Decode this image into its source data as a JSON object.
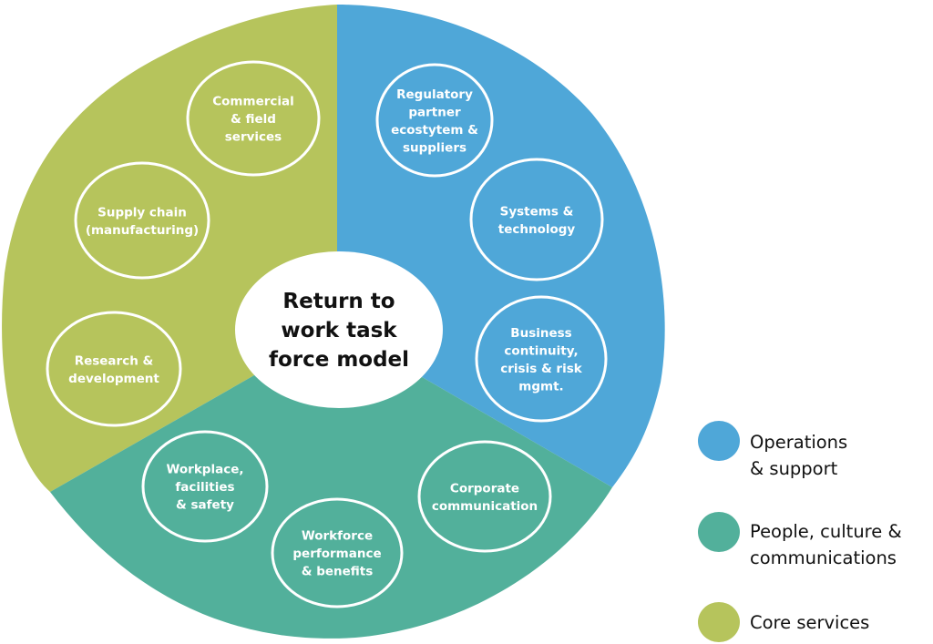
{
  "center": {
    "lines": [
      "Return to",
      "work task",
      "force model"
    ]
  },
  "colors": {
    "operations": "#4fa7d8",
    "people": "#52b09b",
    "core": "#b6c45c"
  },
  "bubbles": [
    {
      "id": "commercial",
      "group": "core",
      "lines": [
        "Commercial",
        "& field",
        "services"
      ]
    },
    {
      "id": "supply-chain",
      "group": "core",
      "lines": [
        "Supply chain",
        "(manufacturing)"
      ]
    },
    {
      "id": "research",
      "group": "core",
      "lines": [
        "Research &",
        "development"
      ]
    },
    {
      "id": "regulatory",
      "group": "operations",
      "lines": [
        "Regulatory",
        "partner",
        "ecostytem &",
        "suppliers"
      ]
    },
    {
      "id": "systems",
      "group": "operations",
      "lines": [
        "Systems &",
        "technology"
      ]
    },
    {
      "id": "business-continuity",
      "group": "operations",
      "lines": [
        "Business",
        "continuity,",
        "crisis & risk",
        "mgmt."
      ]
    },
    {
      "id": "workplace",
      "group": "people",
      "lines": [
        "Workplace,",
        "facilities",
        "& safety"
      ]
    },
    {
      "id": "workforce",
      "group": "people",
      "lines": [
        "Workforce",
        "performance",
        "& benefits"
      ]
    },
    {
      "id": "corporate-communication",
      "group": "people",
      "lines": [
        "Corporate",
        "communication"
      ]
    }
  ],
  "legend": [
    {
      "group": "operations",
      "lines": [
        "Operations",
        "& support"
      ]
    },
    {
      "group": "people",
      "lines": [
        "People, culture &",
        "communications"
      ]
    },
    {
      "group": "core",
      "lines": [
        "Core services"
      ]
    }
  ]
}
